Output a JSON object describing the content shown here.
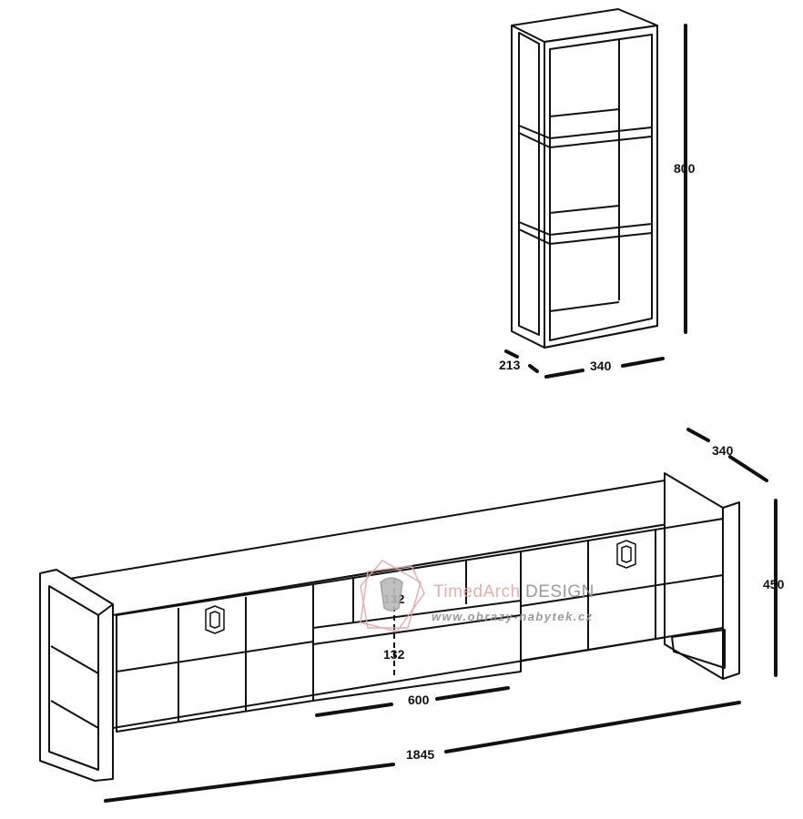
{
  "shelf": {
    "height_label": "800",
    "width_label": "340",
    "depth_label": "213"
  },
  "tv_unit": {
    "depth_label": "340",
    "height_label": "450",
    "width_label": "1845",
    "opening_width_label": "600",
    "upper_opening_label": "132",
    "lower_opening_label": "132"
  },
  "watermark": {
    "brand_part1": "TimedArch",
    "brand_part2": "DESIGN",
    "url": "www.obrazy-nabytek.cz",
    "color": "#e3a6a6"
  },
  "colors": {
    "line": "#111111",
    "background": "#ffffff"
  }
}
